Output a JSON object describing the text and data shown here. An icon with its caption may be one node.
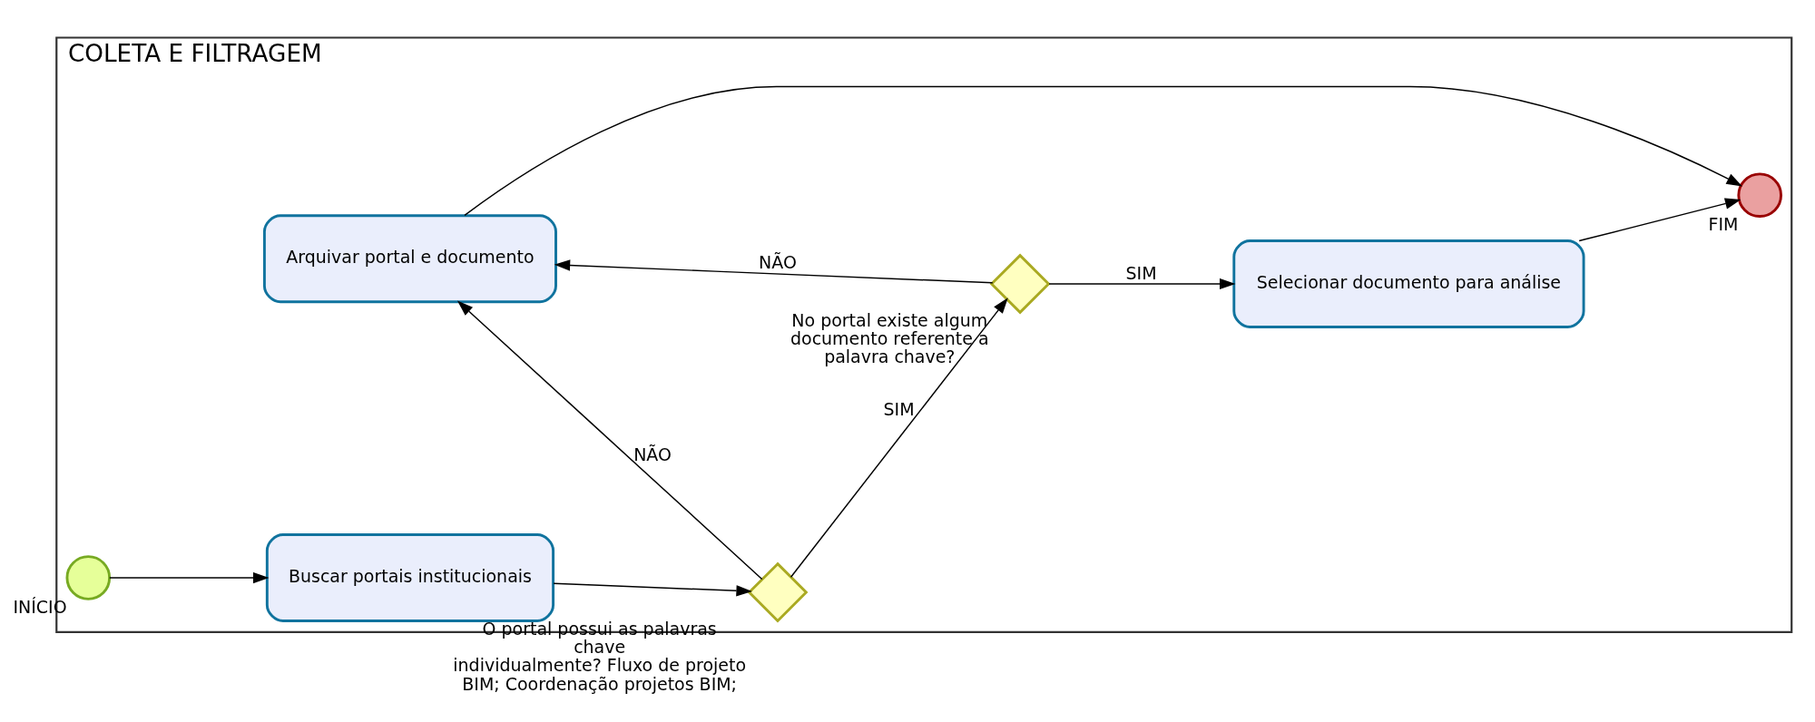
{
  "diagram": {
    "nodes": [
      {
        "text": [
          "COLETA E FILTRAGEM"
        ]
      },
      {
        "text": [
          "INÍCIO"
        ],
        "in": 0
      },
      {
        "text": [
          "Buscar portais institucionais"
        ],
        "in": 0
      },
      {
        "text": [
          "O portal possui as palavras chave individualmente? Fluxo de projeto BIM; Coordenação projetos BIM;"
        ],
        "in": 0
      },
      {
        "text": [
          "No portal existe algum documento referente a palavra chave?"
        ],
        "in": 0
      },
      {
        "text": [
          "Selecionar documento para análise"
        ],
        "in": 0
      },
      {
        "text": [
          "Arquivar portal e documento"
        ],
        "in": 0
      },
      {
        "text": [
          "FIM"
        ],
        "in": 0
      }
    ],
    "edges": [
      {
        "from": 1,
        "to": 2,
        "arrow": "to"
      },
      {
        "from": 2,
        "to": 3,
        "arrow": "to"
      },
      {
        "from": 3,
        "to": 4,
        "arrow": "to",
        "label": "SIM"
      },
      {
        "from": 4,
        "to": 5,
        "arrow": "to",
        "label": "SIM"
      },
      {
        "from": 3,
        "to": 6,
        "arrow": "to",
        "label": "NÃO"
      },
      {
        "from": 4,
        "to": 6,
        "arrow": "to",
        "label": "NÃO"
      },
      {
        "from": 6,
        "to": 7,
        "arrow": "to"
      },
      {
        "from": 5,
        "to": 7,
        "arrow": "to"
      }
    ]
  }
}
